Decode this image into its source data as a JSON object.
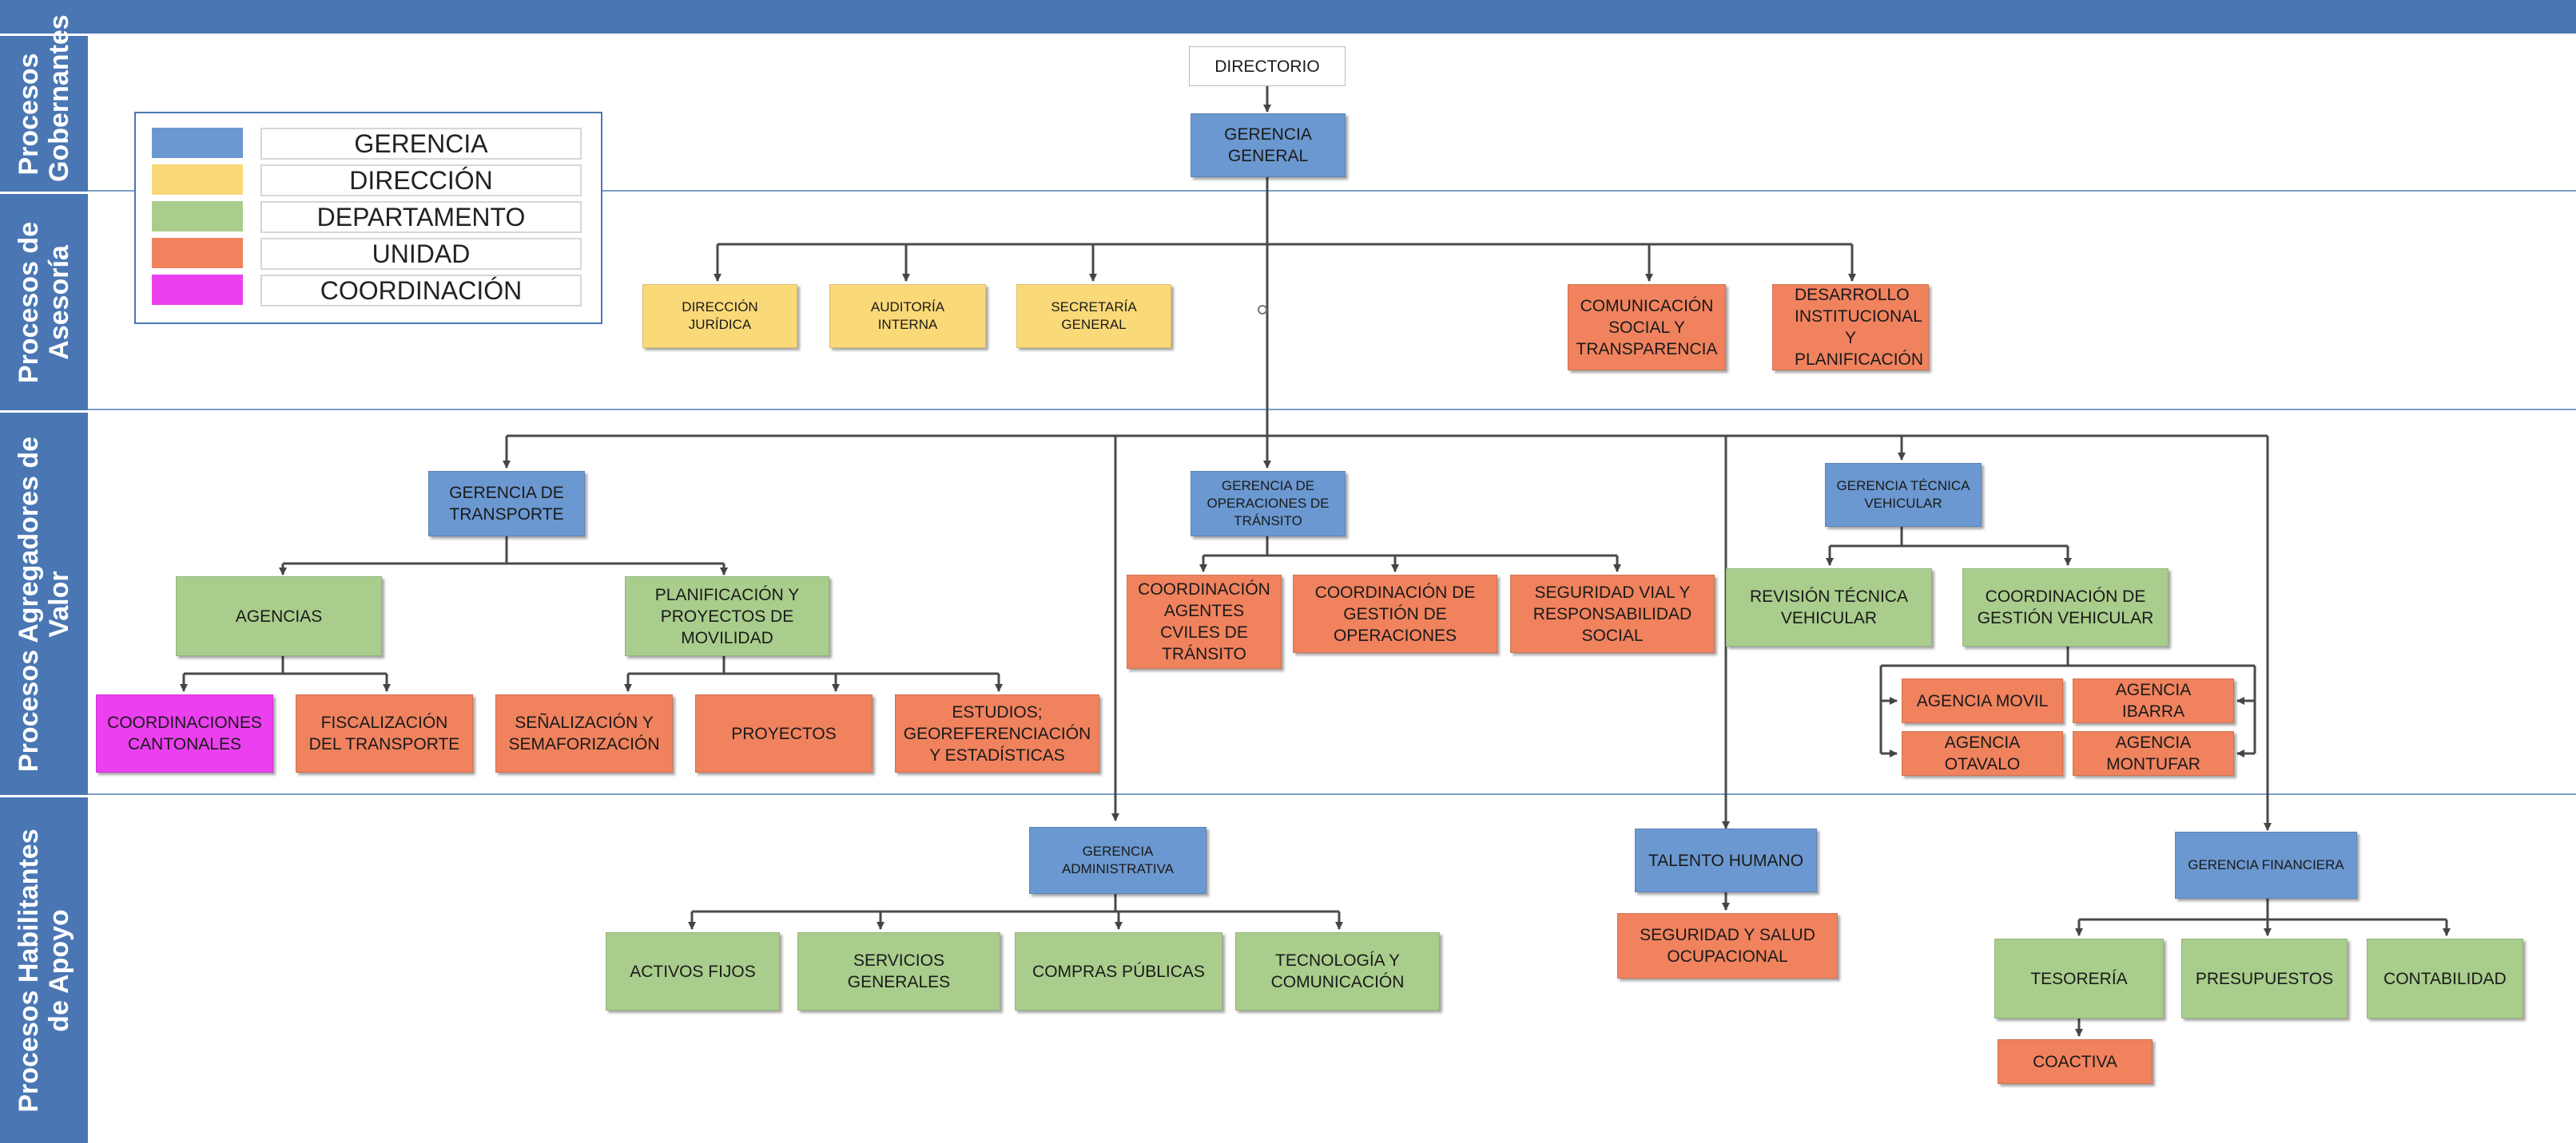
{
  "colors": {
    "gerencia": "#6b98d0",
    "direccion": "#fad978",
    "departamento": "#a9cd8c",
    "unidad": "#f0825e",
    "coordinacion": "#ec3ff0",
    "band_label": "#4a77b4"
  },
  "bands": [
    {
      "label": "Procesos Gobernantes"
    },
    {
      "label": "Procesos de Asesoría"
    },
    {
      "label": "Procesos Agregadores de Valor"
    },
    {
      "label": "Procesos Habilitantes de Apoyo"
    }
  ],
  "legend": [
    {
      "label": "GERENCIA"
    },
    {
      "label": "DIRECCIÓN"
    },
    {
      "label": "DEPARTAMENTO"
    },
    {
      "label": "UNIDAD"
    },
    {
      "label": "COORDINACIÓN"
    }
  ],
  "nodes": {
    "directorio": "DIRECTORIO",
    "gerencia_general": "GERENCIA GENERAL",
    "direccion_juridica": "DIRECCIÓN JURÍDICA",
    "auditoria_interna": "AUDITORÍA INTERNA",
    "secretaria_general": "SECRETARÍA GENERAL",
    "comunicacion_social": "COMUNICACIÓN SOCIAL Y TRANSPARENCIA",
    "desarrollo_institucional": "DESARROLLO INSTITUCIONAL Y PLANIFICACIÓN",
    "gerencia_transporte": "GERENCIA DE TRANSPORTE",
    "agencias": "AGENCIAS",
    "planificacion_movilidad": "PLANIFICACIÓN Y PROYECTOS DE MOVILIDAD",
    "coordinaciones_cantonales": "COORDINACIONES CANTONALES",
    "fiscalizacion_transporte": "FISCALIZACIÓN DEL TRANSPORTE",
    "senalizacion": "SEÑALIZACIÓN Y SEMAFORIZACIÓN",
    "proyectos": "PROYECTOS",
    "estudios": "ESTUDIOS; GEOREFERENCIACIÓN Y ESTADÍSTICAS",
    "gerencia_operaciones": "GERENCIA DE OPERACIONES DE TRÁNSITO",
    "coordinacion_agentes": "COORDINACIÓN AGENTES CVILES DE TRÁNSITO",
    "coordinacion_gestion_operaciones": "COORDINACIÓN DE GESTIÓN DE OPERACIONES",
    "seguridad_vial": "SEGURIDAD VIAL Y RESPONSABILIDAD SOCIAL",
    "gerencia_tecnica": "GERENCIA TÉCNICA VEHICULAR",
    "revision_tecnica": "REVISIÓN TÉCNICA VEHICULAR",
    "coordinacion_gestion_vehicular": "COORDINACIÓN DE GESTIÓN VEHICULAR",
    "agencia_movil": "AGENCIA MOVIL",
    "agencia_ibarra": "AGENCIA IBARRA",
    "agencia_otavalo": "AGENCIA OTAVALO",
    "agencia_montufar": "AGENCIA MONTUFAR",
    "gerencia_administrativa": "GERENCIA ADMINISTRATIVA",
    "activos_fijos": "ACTIVOS FIJOS",
    "servicios_generales": "SERVICIOS GENERALES",
    "compras_publicas": "COMPRAS PÚBLICAS",
    "tecnologia": "TECNOLOGÍA Y COMUNICACIÓN",
    "talento_humano": "TALENTO HUMANO",
    "seguridad_salud": "SEGURIDAD Y SALUD OCUPACIONAL",
    "gerencia_financiera": "GERENCIA FINANCIERA",
    "tesoreria": "TESORERÍA",
    "presupuestos": "PRESUPUESTOS",
    "contabilidad": "CONTABILIDAD",
    "coactiva": "COACTIVA"
  }
}
